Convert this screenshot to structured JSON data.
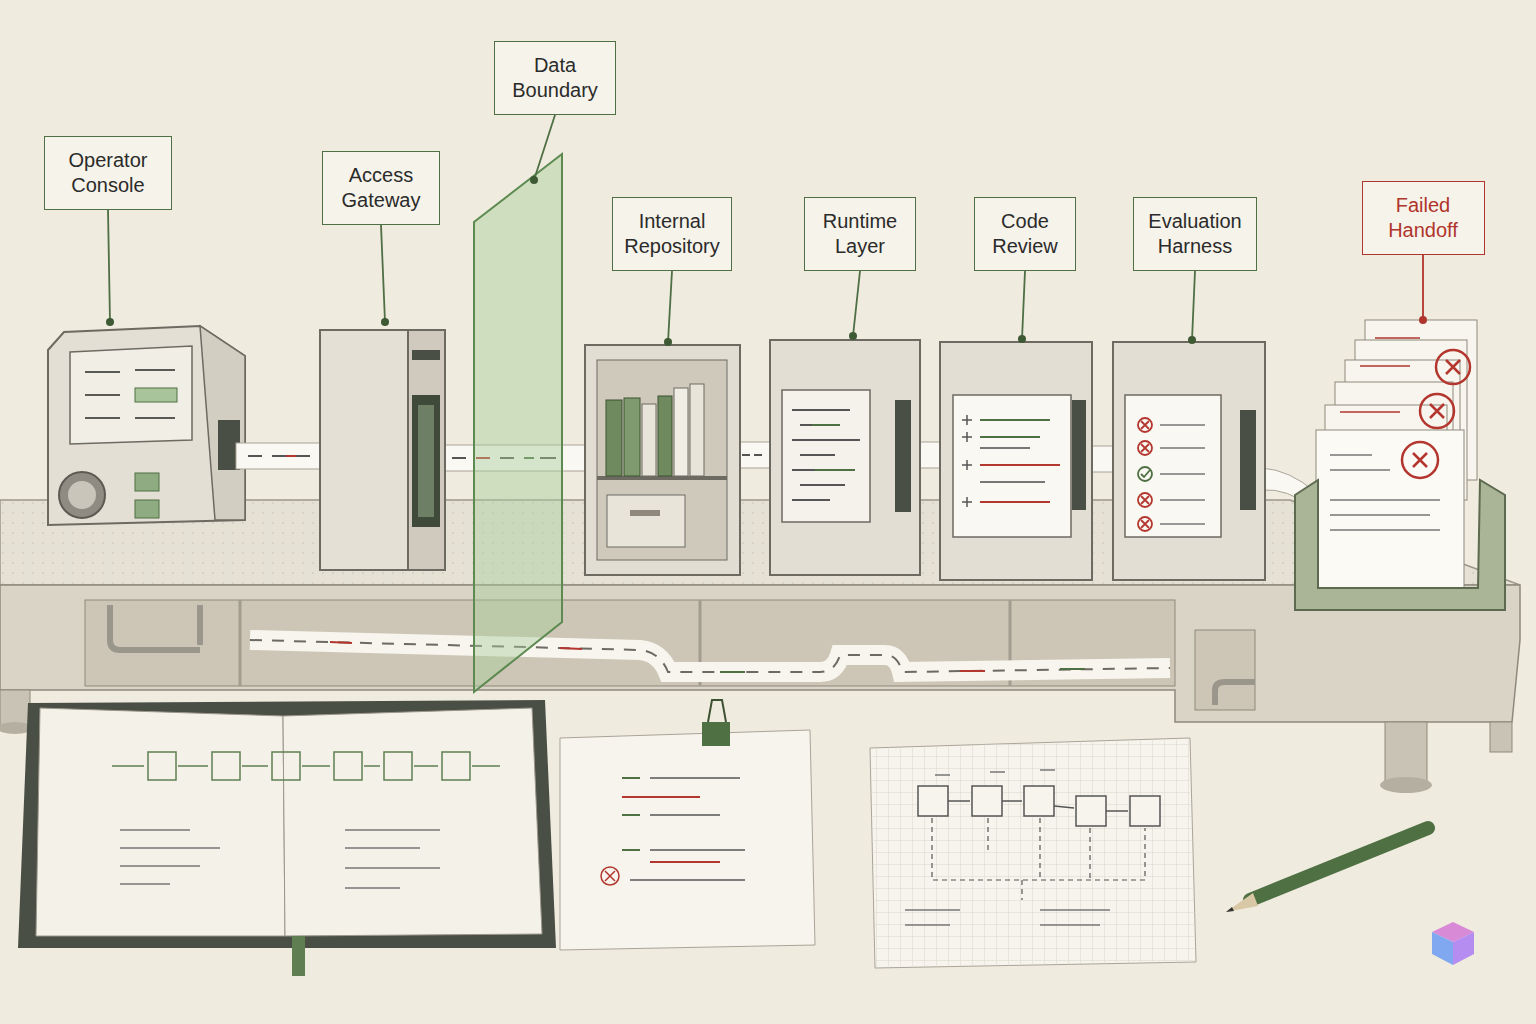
{
  "diagram": {
    "nodes": [
      {
        "text": [
          "Operator Console"
        ]
      },
      {
        "text": [
          "Access Gateway"
        ]
      },
      {
        "text": [
          "Data Boundary"
        ]
      },
      {
        "text": [
          "Internal Repository"
        ]
      },
      {
        "text": [
          "Runtime Layer"
        ]
      },
      {
        "text": [
          "Code Review"
        ]
      },
      {
        "text": [
          "Evaluation Harness"
        ]
      },
      {
        "text": [
          "Failed Handoff"
        ]
      }
    ]
  }
}
